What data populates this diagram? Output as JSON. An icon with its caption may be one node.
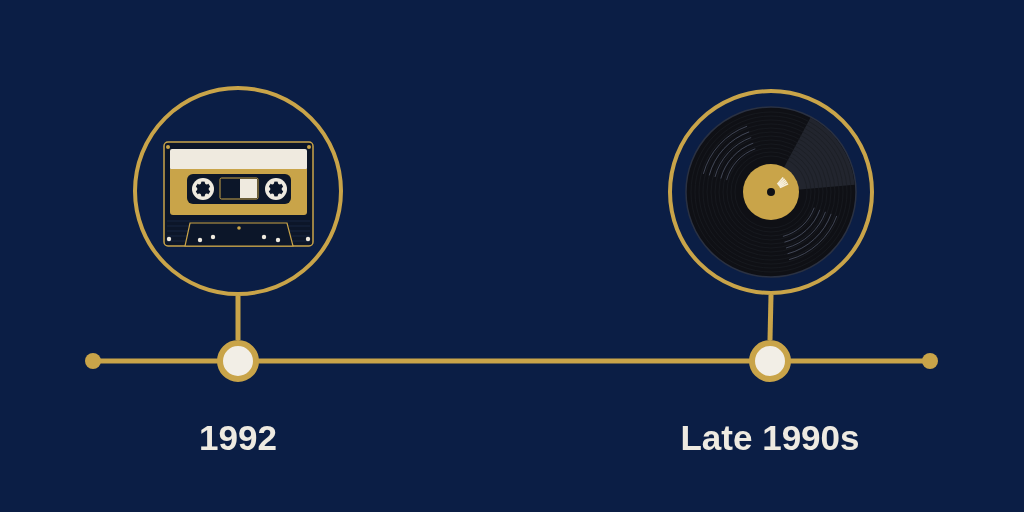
{
  "diagram": {
    "nodes": [
      {
        "text": [],
        "shape": "picture"
      },
      {
        "text": [],
        "shape": "circle",
        "beside": [
          "1992"
        ]
      },
      {
        "text": [],
        "shape": "picture"
      },
      {
        "text": [],
        "shape": "circle",
        "beside": [
          "Late 1990s"
        ]
      }
    ],
    "edges": [
      {
        "from": 0,
        "to": 1,
        "arrow": "none"
      },
      {
        "from": 2,
        "to": 3,
        "arrow": "none"
      }
    ]
  }
}
